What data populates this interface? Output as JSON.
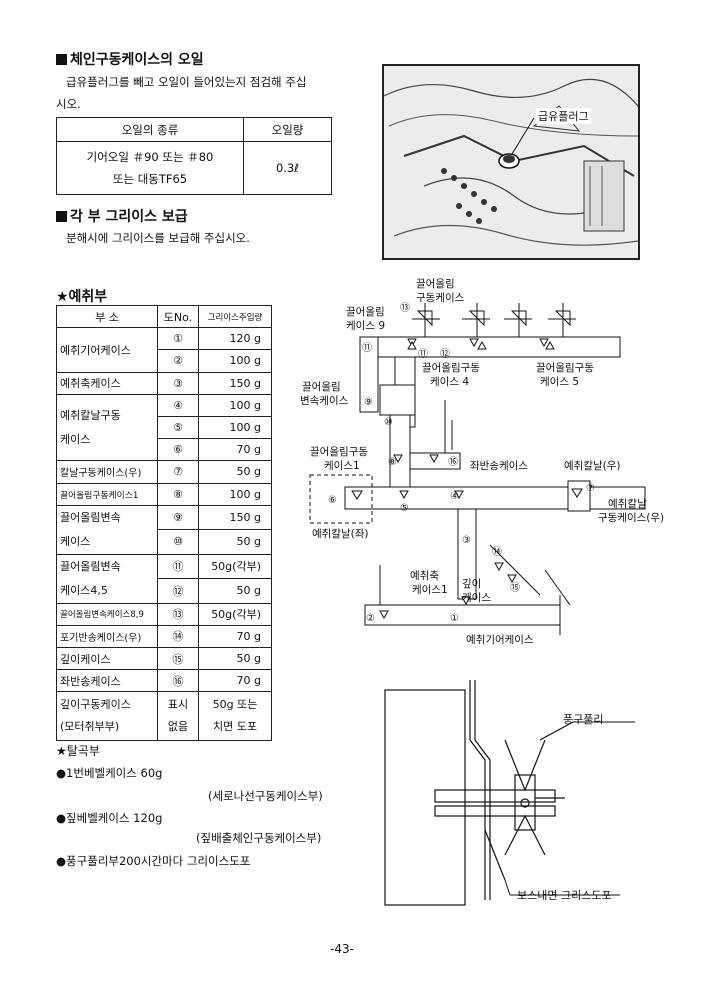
{
  "oil": {
    "heading": "체인구동케이스의 오일",
    "text1": "급유플러그를 빼고 오일이 들어있는지 점검해 주십",
    "text2": "시오.",
    "table": {
      "header_type": "오일의 종류",
      "header_amount": "오일량",
      "type_line1": "기어오일 ＃90 또는 ＃80",
      "type_line2": "또는 대동TF65",
      "amount": "0.3ℓ"
    }
  },
  "grease": {
    "heading": "각 부 그리이스 보급",
    "text": "분해시에 그리이스를 보급해 주십시오."
  },
  "harvest": {
    "heading": "★예취부",
    "table": {
      "headers": [
        "부 소",
        "도No.",
        "그리이스주입량"
      ],
      "groups": [
        {
          "name": [
            "예취기어케이스"
          ],
          "rows": [
            [
              "①",
              "120 g"
            ],
            [
              "②",
              "100 g"
            ]
          ]
        },
        {
          "name": [
            "예취축케이스"
          ],
          "rows": [
            [
              "③",
              "150 g"
            ]
          ]
        },
        {
          "name": [
            "예취칼날구동",
            "케이스"
          ],
          "rows": [
            [
              "④",
              "100 g"
            ],
            [
              "⑤",
              "100 g"
            ],
            [
              "⑥",
              "70 g"
            ]
          ]
        },
        {
          "name": [
            "칼날구동케이스(우)"
          ],
          "rows": [
            [
              "⑦",
              "50 g"
            ]
          ]
        },
        {
          "name": [
            "끌어올림구동케이스1"
          ],
          "rows": [
            [
              "⑧",
              "100 g"
            ]
          ]
        },
        {
          "name": [
            "끌어올림변속",
            "케이스"
          ],
          "rows": [
            [
              "⑨",
              "150 g"
            ],
            [
              "⑩",
              "50 g"
            ]
          ]
        },
        {
          "name": [
            "끌어올림변속",
            "케이스4,5"
          ],
          "rows": [
            [
              "⑪",
              "50g(각부)"
            ],
            [
              "⑫",
              "50 g"
            ]
          ]
        },
        {
          "name": [
            "끌어올림변속케이스8,9"
          ],
          "rows": [
            [
              "⑬",
              "50g(각부)"
            ]
          ]
        },
        {
          "name": [
            "포기반송케이스(우)"
          ],
          "rows": [
            [
              "⑭",
              "70 g"
            ]
          ]
        },
        {
          "name": [
            "깊이케이스"
          ],
          "rows": [
            [
              "⑮",
              "50 g"
            ]
          ]
        },
        {
          "name": [
            "좌반송케이스"
          ],
          "rows": [
            [
              "⑯",
              "70 g"
            ]
          ]
        }
      ],
      "last": {
        "name1": "깊이구동케이스",
        "name2": "(모터취부부)",
        "no1": "표시",
        "no2": "없음",
        "amount1": "50g 또는",
        "amount2": "치면 도포"
      }
    }
  },
  "thresh": {
    "heading": "★탈곡부",
    "item1": "1번베벨케이스 60g",
    "item1_sub": "(세로나선구동케이스부)",
    "item2": "짚베벨케이스 120g",
    "item2_sub": "(짚배출체인구동케이스부)",
    "item3": "풍구풀리부200시간마다 그리이스도포"
  },
  "photo": {
    "label": "급유플러그"
  },
  "diagram": {
    "labels": {
      "lift_drive_45": [
        "끌어올림",
        "구동케이스"
      ],
      "lift_case9": [
        "끌어올림",
        "케이스 9"
      ],
      "lift_drive4": [
        "끌어올림구동",
        "케이스 4"
      ],
      "lift_drive5": [
        "끌어올림구동",
        "케이스 5"
      ],
      "lift_shift": [
        "끌어올림",
        "변속케이스"
      ],
      "lift_drive1": [
        "끌어올림구동",
        "케이스1"
      ],
      "left_convey": "좌반송케이스",
      "blade_right": "예취칼날(우)",
      "blade_drive_right": [
        "예취칼날",
        "구동케이스(우)"
      ],
      "blade_left": "예취칼날(좌)",
      "shaft_case1": [
        "예취축",
        "케이스1"
      ],
      "depth_case": [
        "깊이",
        "케이스"
      ],
      "gear_case": "예취기어케이스"
    },
    "nums": {
      "n1": "①",
      "n2": "②",
      "n3": "③",
      "n4": "④",
      "n5": "⑤",
      "n6": "⑥",
      "n7": "⑦",
      "n8": "⑧",
      "n9": "⑨",
      "n10": "⑩",
      "n11": "⑪",
      "n12": "⑫",
      "n13": "⑬",
      "n14": "⑭",
      "n15": "⑮",
      "n16": "⑯"
    }
  },
  "pulley": {
    "label1": "풍구풀리",
    "label2": "보스내면 그리스도포"
  },
  "page_number": "-43-"
}
